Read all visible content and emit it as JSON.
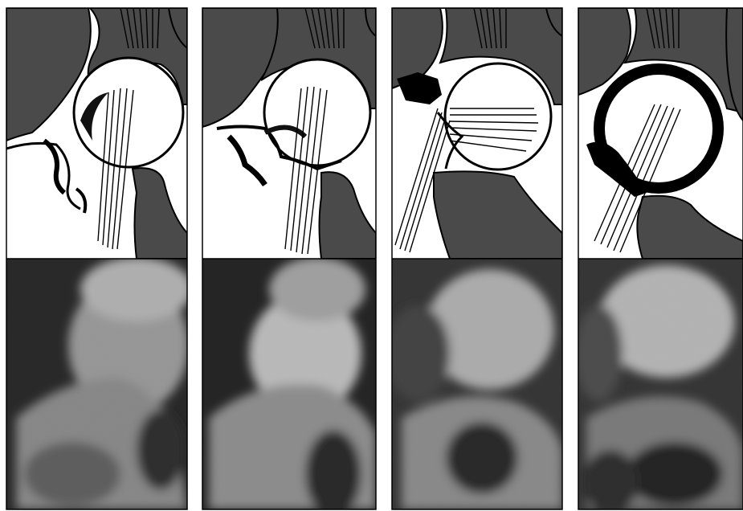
{
  "figure": {
    "panels": [
      {
        "id": "panel-1",
        "drawing": "trabecular-pattern-head-sketch",
        "radiograph": "hip-xray-1"
      },
      {
        "id": "panel-2",
        "drawing": "trabecular-pattern-head-sketch",
        "radiograph": "hip-xray-2"
      },
      {
        "id": "panel-3",
        "drawing": "trabecular-pattern-head-sketch",
        "radiograph": "hip-xray-3"
      },
      {
        "id": "panel-4",
        "drawing": "trabecular-pattern-head-sketch",
        "radiograph": "hip-xray-4"
      }
    ],
    "colors": {
      "background": "#ffffff",
      "bone_gray": "#4a4a4a",
      "outline": "#000000",
      "xray_dark": "#141414",
      "xray_light": "#d8d8d8"
    }
  }
}
